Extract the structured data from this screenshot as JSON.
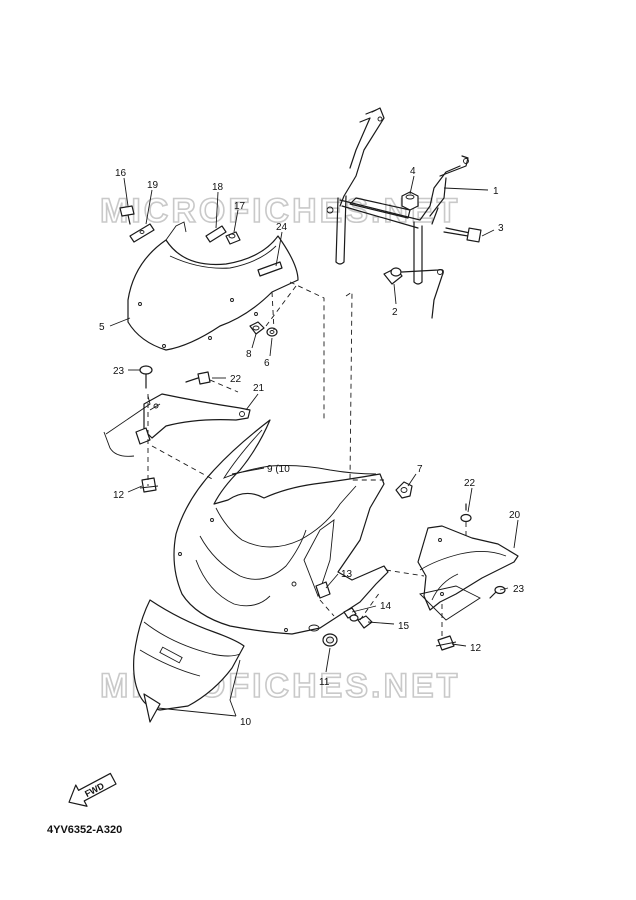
{
  "watermarks": [
    "MICROFICHES.NET",
    "MICROFICHES.NET"
  ],
  "diagram_code": "4YV6352-A320",
  "fwd_label": "FWD",
  "callouts": {
    "p1": "1",
    "p2": "2",
    "p3": "3",
    "p4": "4",
    "p5": "5",
    "p6": "6",
    "p7": "7",
    "p8": "8",
    "p9": "9 (10",
    "p10": "10",
    "p11": "11",
    "p12a": "12",
    "p12b": "12",
    "p13": "13",
    "p14": "14",
    "p15": "15",
    "p16": "16",
    "p17": "17",
    "p18": "18",
    "p19": "19",
    "p20": "20",
    "p21": "21",
    "p22a": "22",
    "p22b": "22",
    "p23a": "23",
    "p23b": "23",
    "p24": "24"
  }
}
